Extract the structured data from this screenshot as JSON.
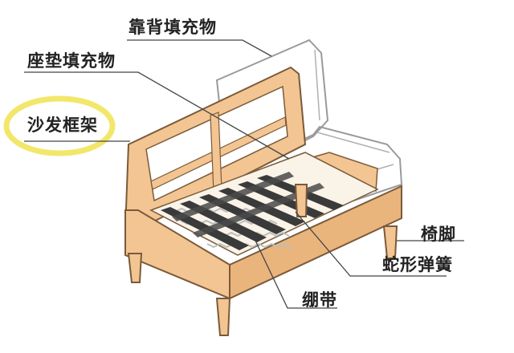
{
  "labels": {
    "back_filling": "靠背填充物",
    "seat_filling": "座垫填充物",
    "sofa_frame": "沙发框架",
    "sofa_leg": "椅脚",
    "serpentine_spring": "蛇形弹簧",
    "webbing_band": "绷带"
  },
  "highlight": {
    "target": "sofa_frame",
    "color": "#f1e45a"
  },
  "colors": {
    "wood": "#f3c592",
    "wood_dark": "#d59a5e",
    "outline": "#7a5a3a",
    "band": "#3a3a3a",
    "spring": "#cfcfcf",
    "leader_line": "#444444",
    "label_text": "#222222"
  }
}
